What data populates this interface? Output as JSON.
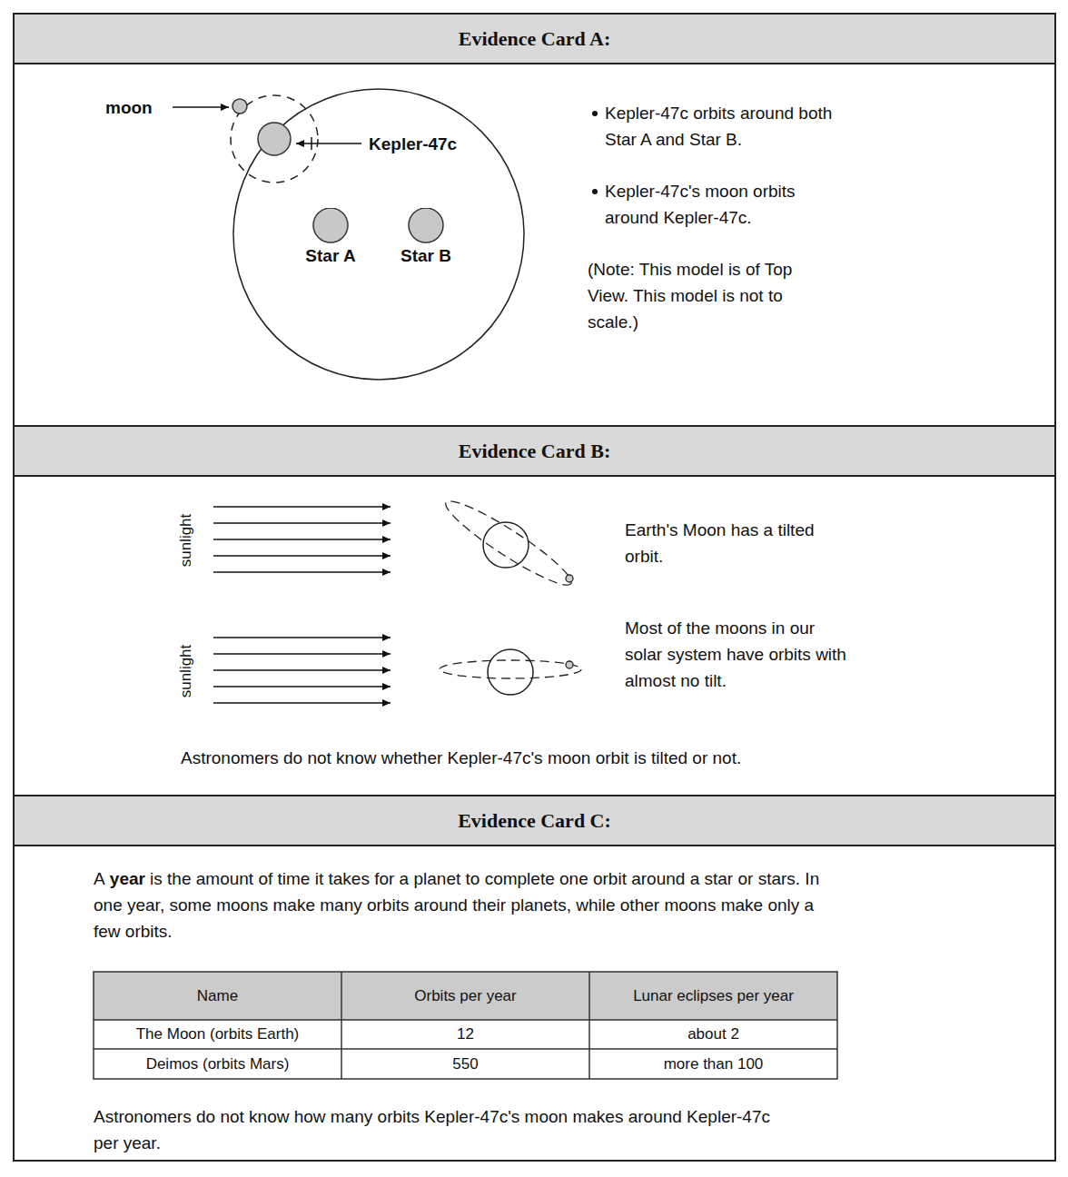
{
  "diagram": {
    "nodes": [
      {
        "text": [
          "Evidence Card A:"
        ]
      },
      {
        "text": [
          "Star A"
        ],
        "in": 0
      },
      {
        "text": [
          "Star B"
        ],
        "in": 0
      },
      {
        "text": [
          "Evidence Card B:"
        ]
      },
      {
        "text": [
          "Evidence Card C:"
        ]
      }
    ],
    "labels": [
      "moon",
      "Kepler-47c",
      "Kepler-47c orbits around both Star A and Star B.",
      "Kepler-47c's moon orbits around Kepler-47c.",
      "(Note: This model is of Top View. This model is not to scale.)",
      "sunlight",
      "sunlight",
      "Earth's Moon has a tilted orbit.",
      "Most of the moons in our solar system have orbits with almost no tilt.",
      "Astronomers do not know whether Kepler-47c's moon orbit is tilted or not.",
      "A",
      "year",
      "is the amount of time it takes for a planet to complete one orbit around a star or stars. In one year, some moons make many orbits around their planets, while other moons make only a few orbits.",
      "Name",
      "Orbits per year",
      "Lunar eclipses per year",
      "The Moon (orbits Earth)",
      "12",
      "about 2",
      "Deimos (orbits Mars)",
      "550",
      "more than 100",
      "Astronomers do not know how many orbits Kepler-47c's moon makes around Kepler-47c per year."
    ]
  }
}
